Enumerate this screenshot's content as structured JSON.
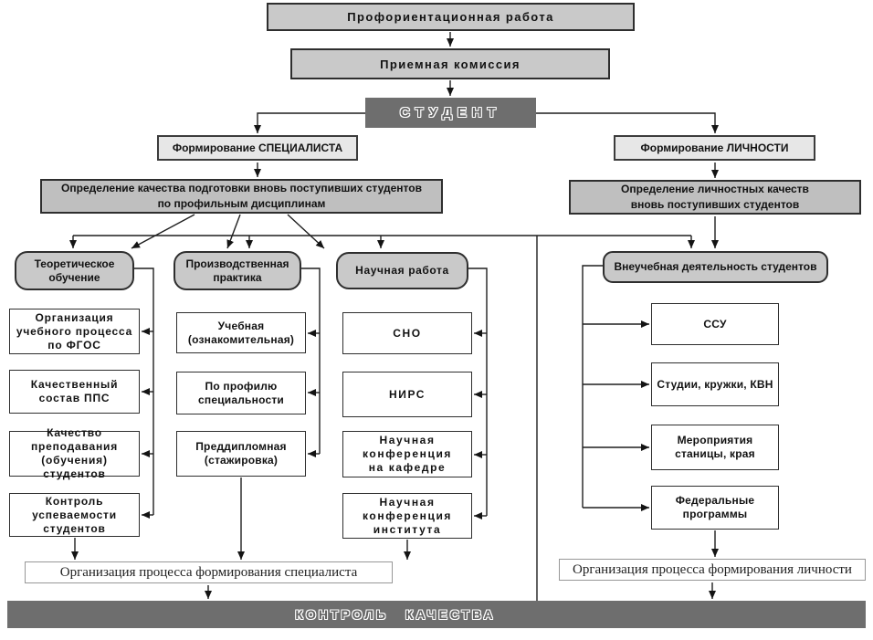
{
  "colors": {
    "box_light": "#c9c9c9",
    "box_lighter": "#e7e7e7",
    "box_mid": "#bfbfbf",
    "dark_band": "#6e6e6e",
    "border": "#2e2e2e",
    "white_box": "#ffffff"
  },
  "flow": {
    "prof_work": "Профориентационная работа",
    "admission": "Приемная комиссия",
    "student": "СТУДЕНТ",
    "form_specialist": "Формирование СПЕЦИАЛИСТА",
    "form_personality": "Формирование ЛИЧНОСТИ",
    "assess_specialist": "Определение качества подготовки вновь поступивших студентов\nпо профильным дисциплинам",
    "assess_personality": "Определение личностных качеств\nвновь поступивших студентов",
    "outcome_specialist": "Организация процесса формирования специалиста",
    "outcome_personality": "Организация процесса формирования личности",
    "quality_control": "КОНТРОЛЬ КАЧЕСТВА"
  },
  "columns": [
    {
      "header": "Теоретическое\nобучение",
      "items": [
        "Организация\nучебного процесса\nпо ФГОС",
        "Качественный\nсостав ППС",
        "Качество\nпреподавания\n(обучения) студентов",
        "Контроль\nуспеваемости\nстудентов"
      ]
    },
    {
      "header": "Производственная\nпрактика",
      "items": [
        "Учебная\n(ознакомительная)",
        "По профилю\nспециальности",
        "Преддипломная\n(стажировка)"
      ]
    },
    {
      "header": "Научная работа",
      "items": [
        "СНО",
        "НИРС",
        "Научная\nконференция\nна кафедре",
        "Научная\nконференция\nинститута"
      ]
    },
    {
      "header": "Внеучебная деятельность студентов",
      "items": [
        "ССУ",
        "Студии, кружки, КВН",
        "Мероприятия\nстаницы, края",
        "Федеральные\nпрограммы"
      ]
    }
  ]
}
